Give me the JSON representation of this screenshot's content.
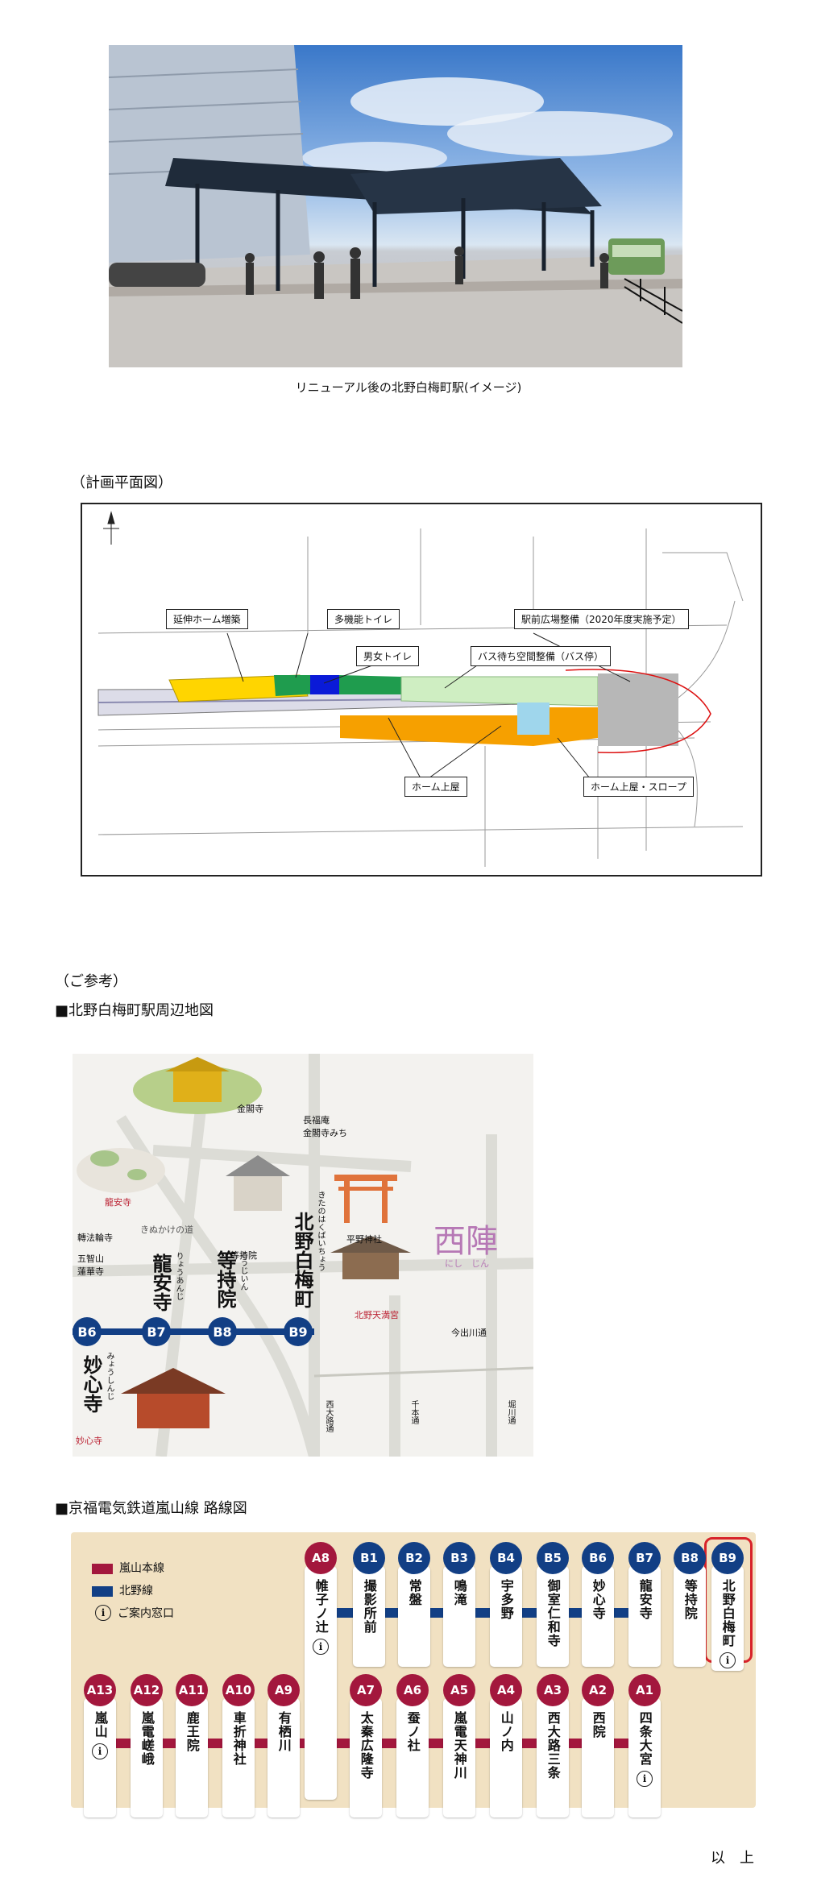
{
  "photo": {
    "caption": "リニューアル後の北野白梅町駅(イメージ)"
  },
  "plan": {
    "heading": "（計画平面図）",
    "labels": {
      "extension": "延伸ホーム増築",
      "multi_toilet": "多機能トイレ",
      "plaza": "駅前広場整備（2020年度実施予定）",
      "toilet": "男女トイレ",
      "bus_wait": "バス待ち空間整備（バス停）",
      "roof": "ホーム上屋",
      "roof_slope": "ホーム上屋・スロープ"
    }
  },
  "reference": {
    "heading": "（ご参考）",
    "map_heading": "■北野白梅町駅周辺地図"
  },
  "map": {
    "landmarks": {
      "kinkakuji": "金閣寺",
      "chofukuan": "長福庵",
      "kinkakuji_michi": "金閣寺みち",
      "ryoanji": "龍安寺",
      "kinukake": "きぬかけの道",
      "toujiin_small": "等持院",
      "hirano": "平野神社",
      "nishijin": "西陣",
      "nishijin_reading": "にし　じん",
      "tenrinji": "轉法輪寺",
      "gochisan": "五智山",
      "rengeji": "蓮華寺",
      "kitano_tenmangu": "北野天満宮",
      "imadegawa": "今出川通",
      "myoshinji_small": "妙心寺",
      "nishioji": "西大路通",
      "senbon": "千本通",
      "horikawa": "堀川通"
    },
    "stations": [
      {
        "code": "B6",
        "name": "妙心寺",
        "reading": "みょうしんじ"
      },
      {
        "code": "B7",
        "name": "龍安寺",
        "reading": "りょうあんじ"
      },
      {
        "code": "B8",
        "name": "等持院",
        "reading": "とうじいん"
      },
      {
        "code": "B9",
        "name": "北野白梅町",
        "reading": "きたのはくばいちょう"
      }
    ]
  },
  "route": {
    "heading": "■京福電気鉄道嵐山線 路線図",
    "legend": {
      "arashiyama": "嵐山本線",
      "kitano": "北野線",
      "info": "ご案内窓口"
    },
    "info_glyph": "i",
    "colors": {
      "arashiyama": "#a3173d",
      "kitano": "#123f85",
      "highlight": "#d8232a"
    },
    "top_row": [
      {
        "code": "A8",
        "name": "帷子ノ辻",
        "line": "arashiyama",
        "info": true
      },
      {
        "code": "B1",
        "name": "撮影所前",
        "line": "kitano",
        "info": false
      },
      {
        "code": "B2",
        "name": "常盤",
        "line": "kitano",
        "info": false
      },
      {
        "code": "B3",
        "name": "鳴滝",
        "line": "kitano",
        "info": false
      },
      {
        "code": "B4",
        "name": "宇多野",
        "line": "kitano",
        "info": false
      },
      {
        "code": "B5",
        "name": "御室仁和寺",
        "line": "kitano",
        "info": false
      },
      {
        "code": "B6",
        "name": "妙心寺",
        "line": "kitano",
        "info": false
      },
      {
        "code": "B7",
        "name": "龍安寺",
        "line": "kitano",
        "info": false
      },
      {
        "code": "B8",
        "name": "等持院",
        "line": "kitano",
        "info": false
      },
      {
        "code": "B9",
        "name": "北野白梅町",
        "line": "kitano",
        "info": true
      }
    ],
    "bottom_row": [
      {
        "code": "A13",
        "name": "嵐山",
        "line": "arashiyama",
        "info": true
      },
      {
        "code": "A12",
        "name": "嵐電嵯峨",
        "line": "arashiyama",
        "info": false
      },
      {
        "code": "A11",
        "name": "鹿王院",
        "line": "arashiyama",
        "info": false
      },
      {
        "code": "A10",
        "name": "車折神社",
        "line": "arashiyama",
        "info": false
      },
      {
        "code": "A9",
        "name": "有栖川",
        "line": "arashiyama",
        "info": false
      },
      {
        "code": "A7",
        "name": "太秦広隆寺",
        "line": "arashiyama",
        "info": false
      },
      {
        "code": "A6",
        "name": "蚕ノ社",
        "line": "arashiyama",
        "info": false
      },
      {
        "code": "A5",
        "name": "嵐電天神川",
        "line": "arashiyama",
        "info": false
      },
      {
        "code": "A4",
        "name": "山ノ内",
        "line": "arashiyama",
        "info": false
      },
      {
        "code": "A3",
        "name": "西大路三条",
        "line": "arashiyama",
        "info": false
      },
      {
        "code": "A2",
        "name": "西院",
        "line": "arashiyama",
        "info": false
      },
      {
        "code": "A1",
        "name": "四条大宮",
        "line": "arashiyama",
        "info": true
      }
    ]
  },
  "footer": {
    "end": "以　上"
  }
}
